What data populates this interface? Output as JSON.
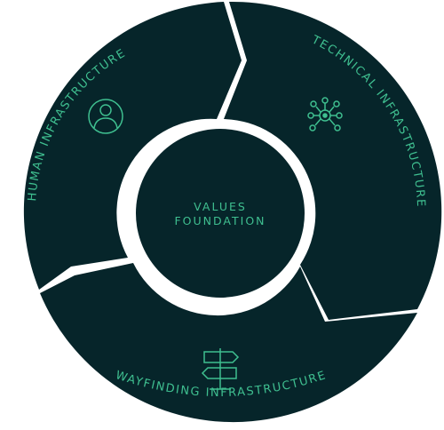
{
  "diagram": {
    "segments": [
      {
        "label": "Human Infrastructure",
        "icon": "person-icon"
      },
      {
        "label": "Technical Infrastructure",
        "icon": "network-icon"
      },
      {
        "label": "Wayfinding Infrastructure",
        "icon": "signpost-icon"
      }
    ],
    "center": {
      "line1": "Values",
      "line2": "Foundation"
    }
  },
  "colors": {
    "background": "#ffffff",
    "segment_fill": "#06252a",
    "accent": "#3fbf90"
  }
}
